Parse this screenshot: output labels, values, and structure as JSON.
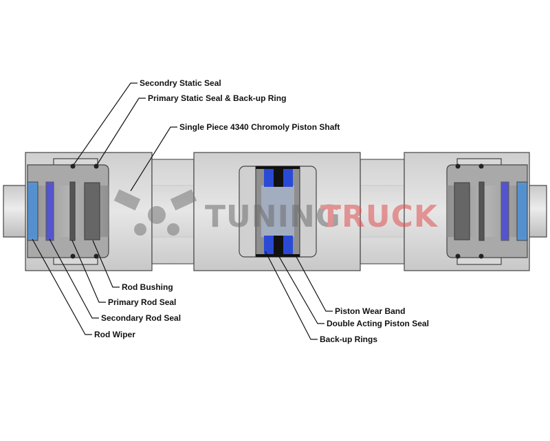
{
  "labels": {
    "secondary_static_seal": "Secondry Static Seal",
    "primary_static_seal": "Primary Static Seal & Back-up Ring",
    "piston_shaft": "Single Piece 4340 Chromoly Piston Shaft",
    "rod_bushing": "Rod Bushing",
    "primary_rod_seal": "Primary Rod Seal",
    "secondary_rod_seal": "Secondary Rod Seal",
    "rod_wiper": "Rod Wiper",
    "piston_wear_band": "Piston Wear Band",
    "double_acting_piston_seal": "Double Acting Piston Seal",
    "backup_rings": "Back-up Rings"
  },
  "watermark": {
    "part1": "TUNING",
    "part2": "TRUCK"
  },
  "colors": {
    "wiper": "#4a90d9",
    "seal": "#3a3adf",
    "watermark_red": "#e05050",
    "body": "#d4d4d4"
  }
}
